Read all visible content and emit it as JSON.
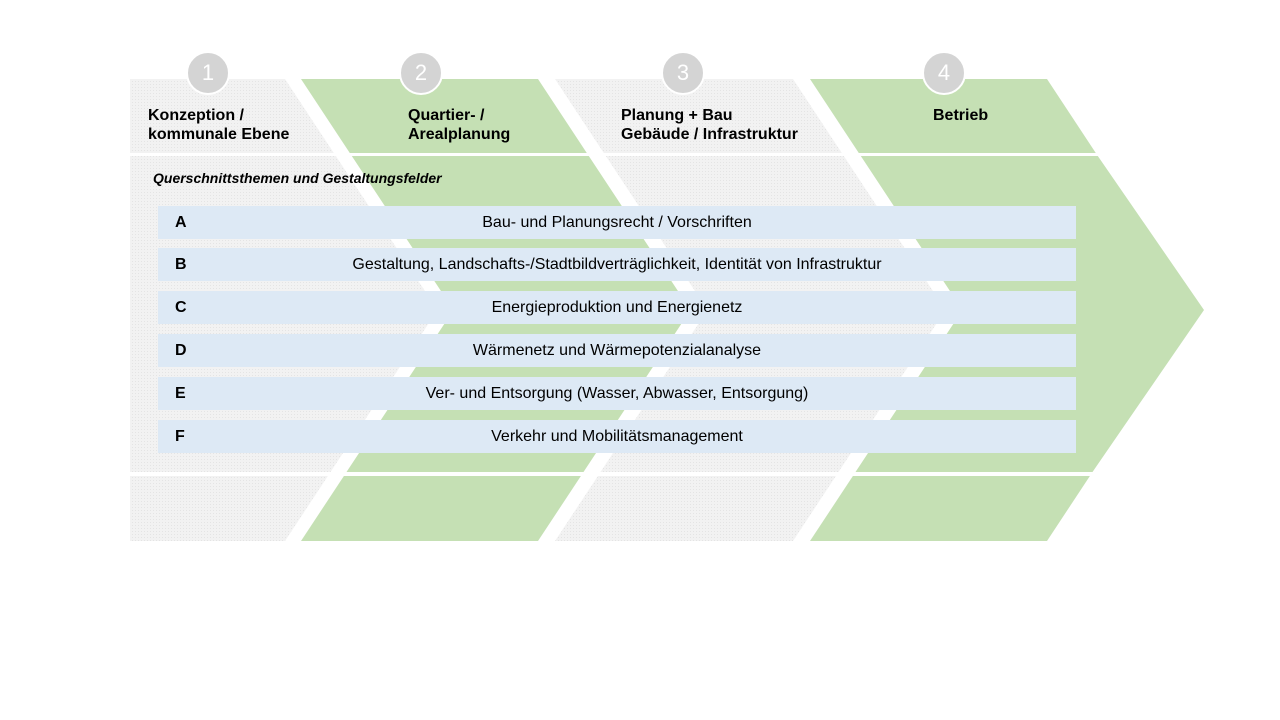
{
  "colors": {
    "green": "#c5e0b4",
    "gray": "#f0f0f0",
    "topic_row": "#dde9f5",
    "circle": "#d4d4d4"
  },
  "phases": [
    {
      "number": "1",
      "title": "Konzeption /\nkommunale Ebene",
      "fill": "gray"
    },
    {
      "number": "2",
      "title": "Quartier- /\nArealplanung",
      "fill": "green"
    },
    {
      "number": "3",
      "title": "Planung + Bau\nGebäude / Infrastruktur",
      "fill": "gray"
    },
    {
      "number": "4",
      "title": "Betrieb",
      "fill": "green"
    }
  ],
  "section": {
    "title": "Querschnittsthemen und Gestaltungsfelder"
  },
  "topics": [
    {
      "letter": "A",
      "text": "Bau- und Planungsrecht / Vorschriften"
    },
    {
      "letter": "B",
      "text": "Gestaltung, Landschafts-/Stadtbildverträglichkeit, Identität von Infrastruktur"
    },
    {
      "letter": "C",
      "text": "Energieproduktion und Energienetz"
    },
    {
      "letter": "D",
      "text": "Wärmenetz und Wärmepotenzialanalyse"
    },
    {
      "letter": "E",
      "text": "Ver- und Entsorgung (Wasser, Abwasser, Entsorgung)"
    },
    {
      "letter": "F",
      "text": "Verkehr und Mobilitätsmanagement"
    }
  ]
}
